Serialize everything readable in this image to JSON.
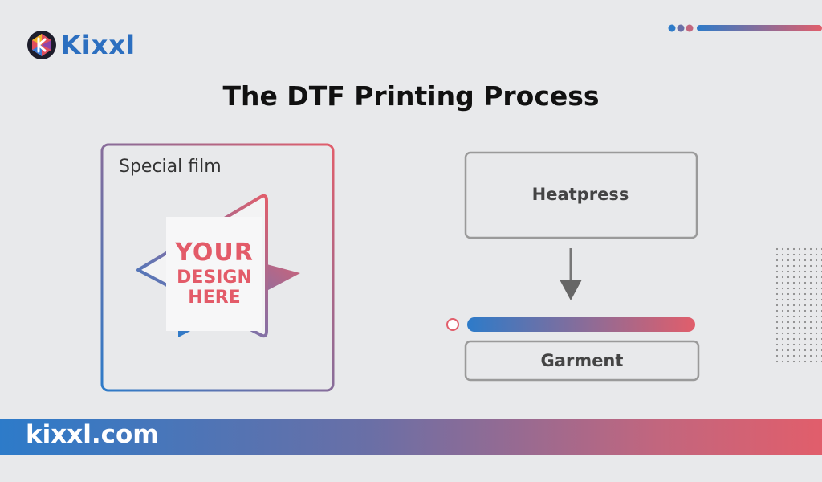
{
  "brand": {
    "name": "Kixxl",
    "url": "kixxl.com"
  },
  "title": "The DTF Printing Process",
  "diagram": {
    "film_label": "Special film",
    "design_line1": "YOUR",
    "design_line2": "DESIGN",
    "design_line3": "HERE",
    "heatpress_label": "Heatpress",
    "garment_label": "Garment"
  },
  "colors": {
    "blue": "#2d7bc9",
    "pink": "#e15e6b",
    "gray_border": "#9a9a9a",
    "background": "#e8e9eb"
  }
}
